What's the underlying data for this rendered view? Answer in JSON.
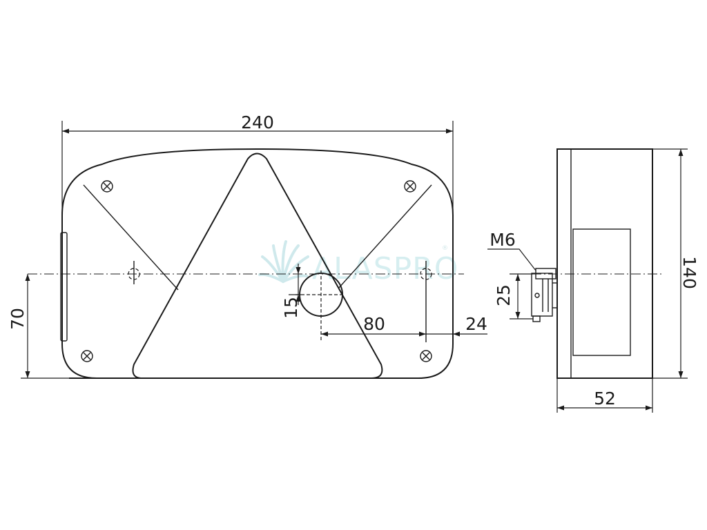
{
  "watermark": {
    "brand": "ALASPRO",
    "registered": "®"
  },
  "dimensions": {
    "overall_width": "240",
    "height_to_center": "70",
    "bolt_offset": "15",
    "hole_spacing": "80",
    "edge_offset": "24",
    "thread": "M6",
    "bolt_span": "25",
    "depth": "52",
    "overall_height": "140"
  }
}
